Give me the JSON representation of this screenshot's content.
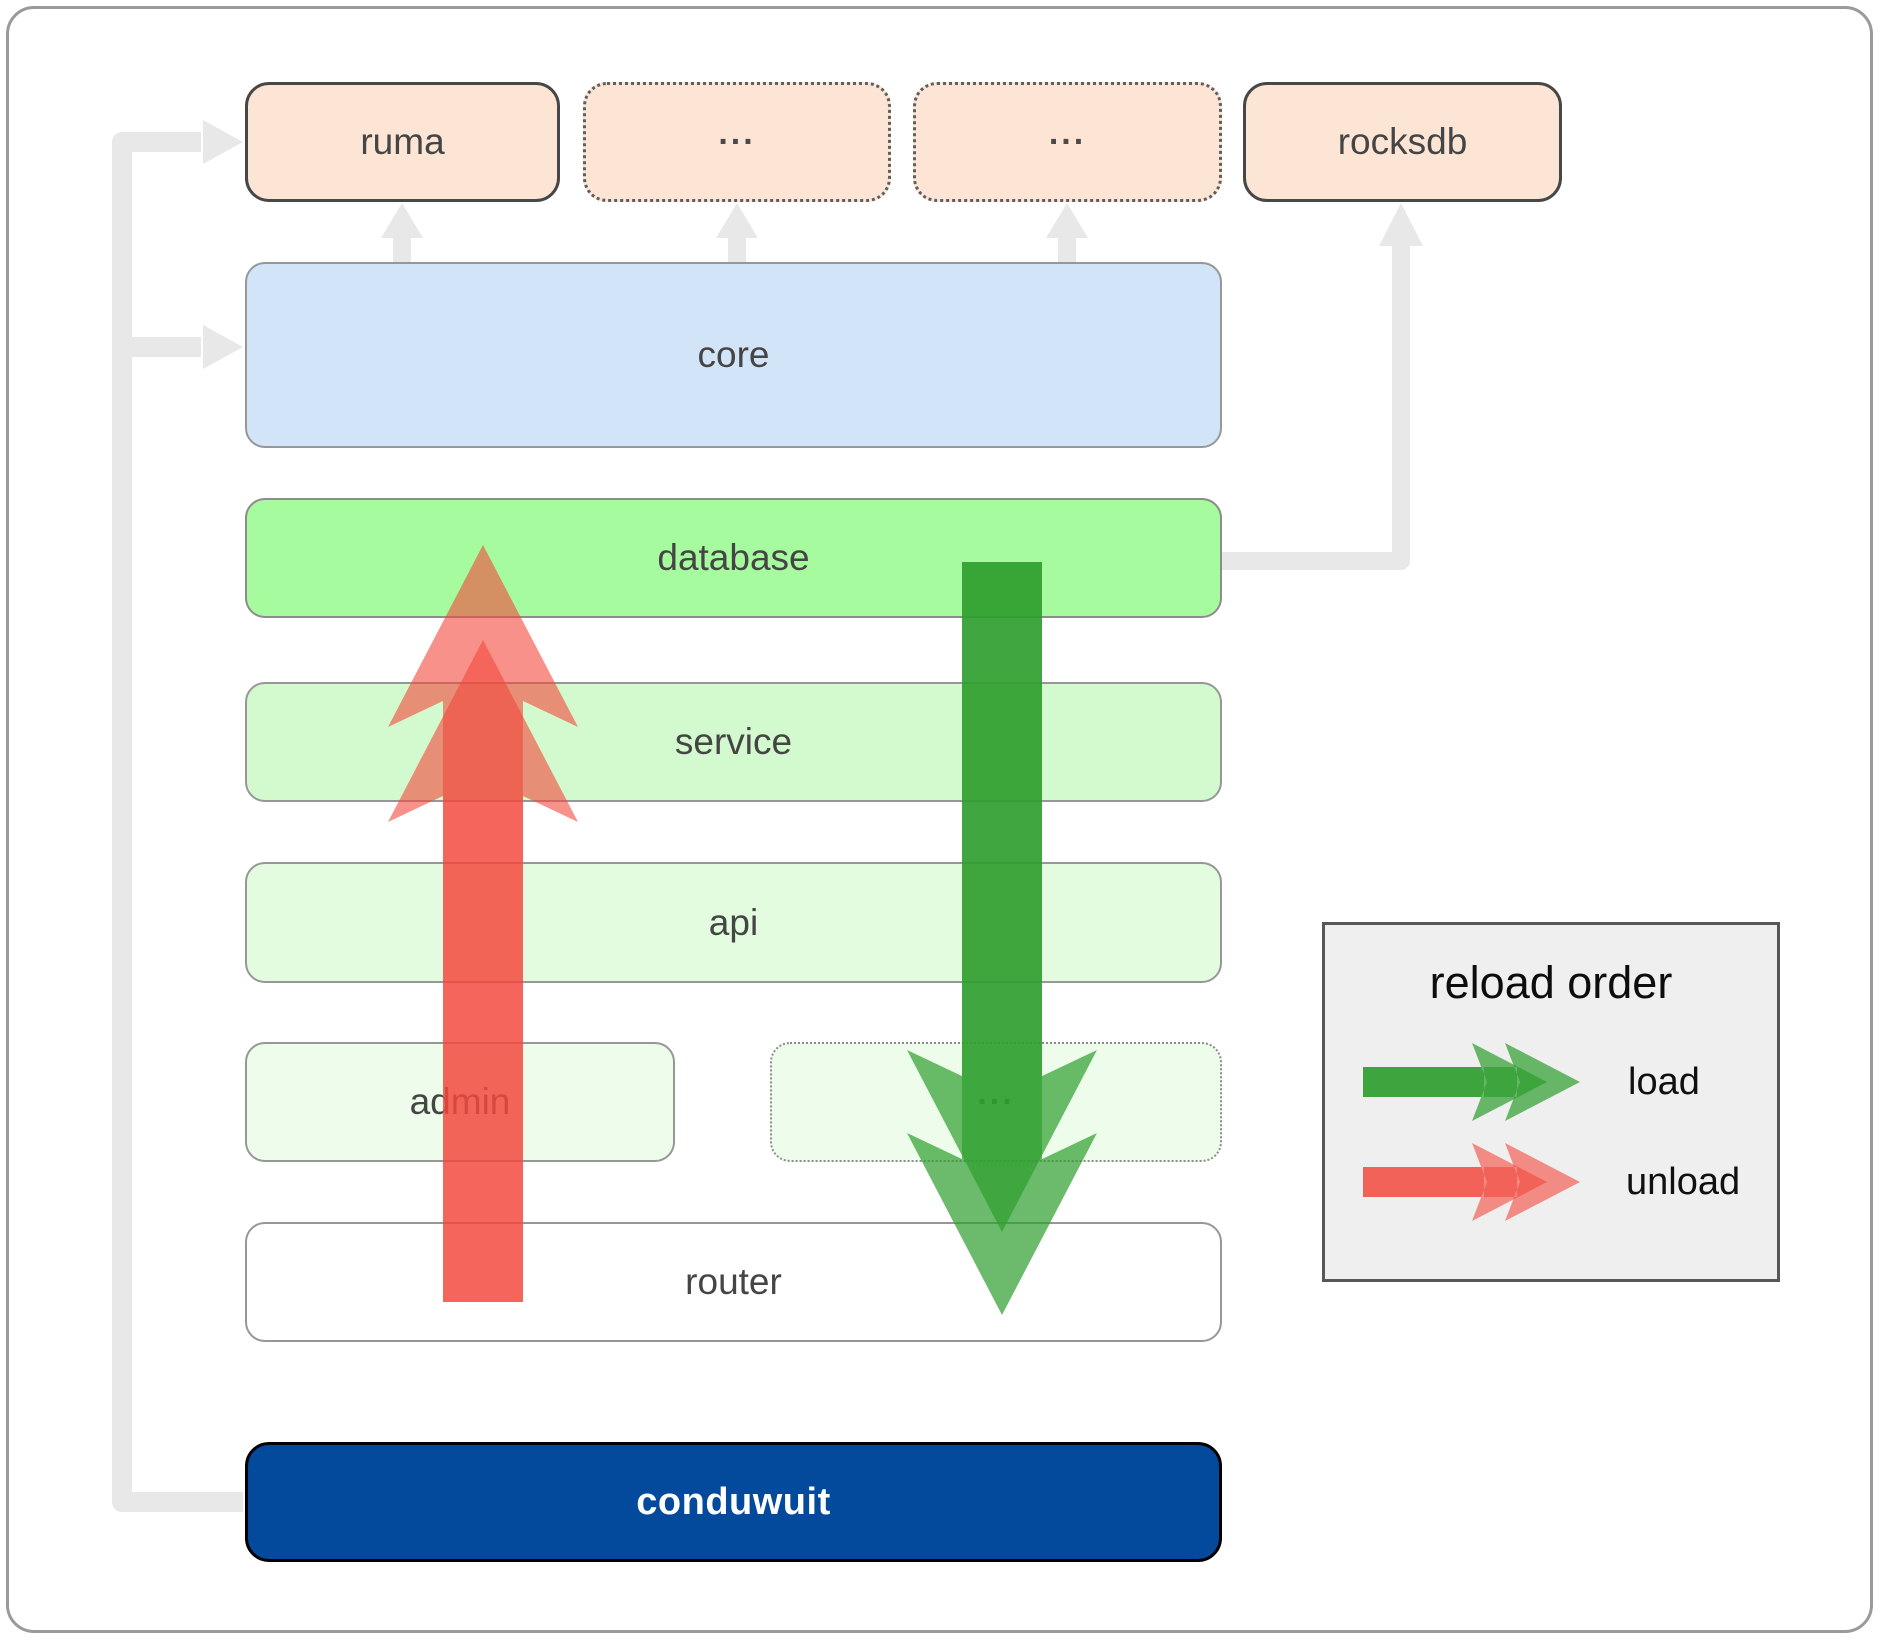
{
  "nodes": {
    "ruma": "ruma",
    "ellipsis1": "...",
    "ellipsis2": "...",
    "rocksdb": "rocksdb",
    "core": "core",
    "database": "database",
    "service": "service",
    "api": "api",
    "admin": "admin",
    "ellipsis3": "...",
    "router": "router",
    "conduwuit": "conduwuit"
  },
  "legend": {
    "title": "reload order",
    "load": "load",
    "unload": "unload"
  },
  "colors": {
    "load_green": "#2E9E2E",
    "unload_red": "#F4483C",
    "connector_gray": "#E8E8E8",
    "conduwuit_blue": "#03499C",
    "database_green": "#A6FB9F",
    "core_blue": "#D2E4F8",
    "crate_peach": "#FCE5D4",
    "legend_bg": "#EFEFEF"
  }
}
